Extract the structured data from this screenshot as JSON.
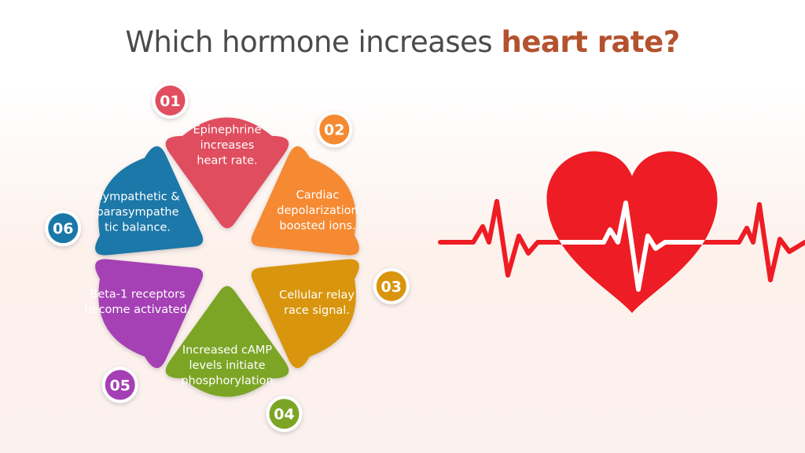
{
  "title": {
    "prefix": "Which hormone increases ",
    "highlight": "heart rate?"
  },
  "colors": {
    "title_text": "#4b4b4b",
    "title_highlight": "#b4522f",
    "heart": "#ee1c24",
    "ecg_line": "#ee1c24"
  },
  "steps": [
    {
      "number": "01",
      "lines": [
        "Epinephrine",
        "increases",
        "heart rate."
      ],
      "color": "#e04e5f"
    },
    {
      "number": "02",
      "lines": [
        "Cardiac",
        "depolarization",
        "boosted ions."
      ],
      "color": "#f58a32"
    },
    {
      "number": "03",
      "lines": [
        "Cellular relay",
        "race signal."
      ],
      "color": "#d8950d"
    },
    {
      "number": "04",
      "lines": [
        "Increased cAMP",
        "levels initiate",
        "phosphorylation"
      ],
      "color": "#7ca526"
    },
    {
      "number": "05",
      "lines": [
        "Beta-1 receptors",
        "become activated."
      ],
      "color": "#a53fb5"
    },
    {
      "number": "06",
      "lines": [
        "Sympathetic &",
        "parasympathe",
        "tic balance."
      ],
      "color": "#1a78a8"
    }
  ],
  "illustration": {
    "icon": "heart-ecg-icon"
  }
}
